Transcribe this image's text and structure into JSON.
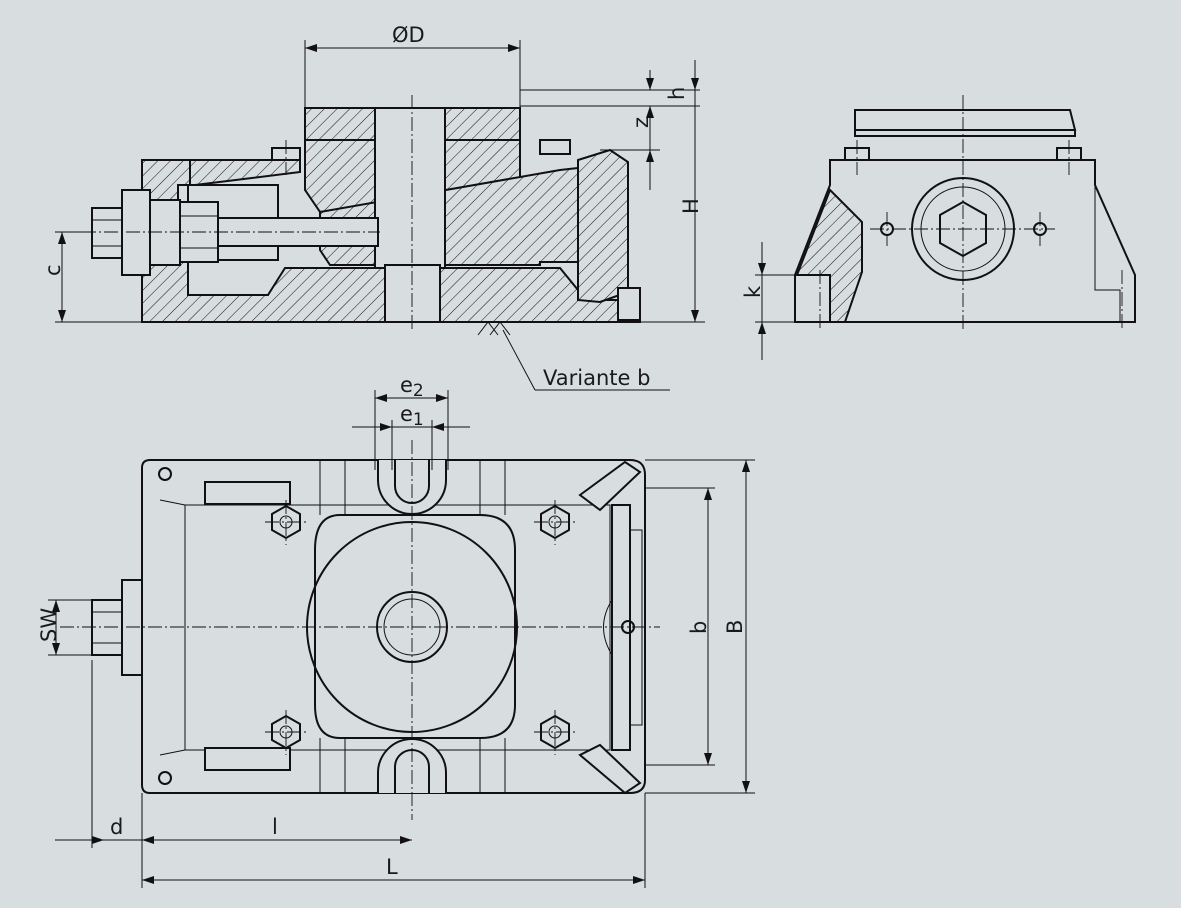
{
  "labels": {
    "diameter_D": "ØD",
    "h": "h",
    "z": "z",
    "H": "H",
    "c": "c",
    "k": "k",
    "variante": "Variante b",
    "e2": "e",
    "e2_sub": "2",
    "e1": "e",
    "e1_sub": "1",
    "SW": "SW",
    "b": "b",
    "B": "B",
    "d": "d",
    "l": "l",
    "L": "L"
  },
  "colors": {
    "background": "#d8dde0",
    "line": "#111111"
  }
}
